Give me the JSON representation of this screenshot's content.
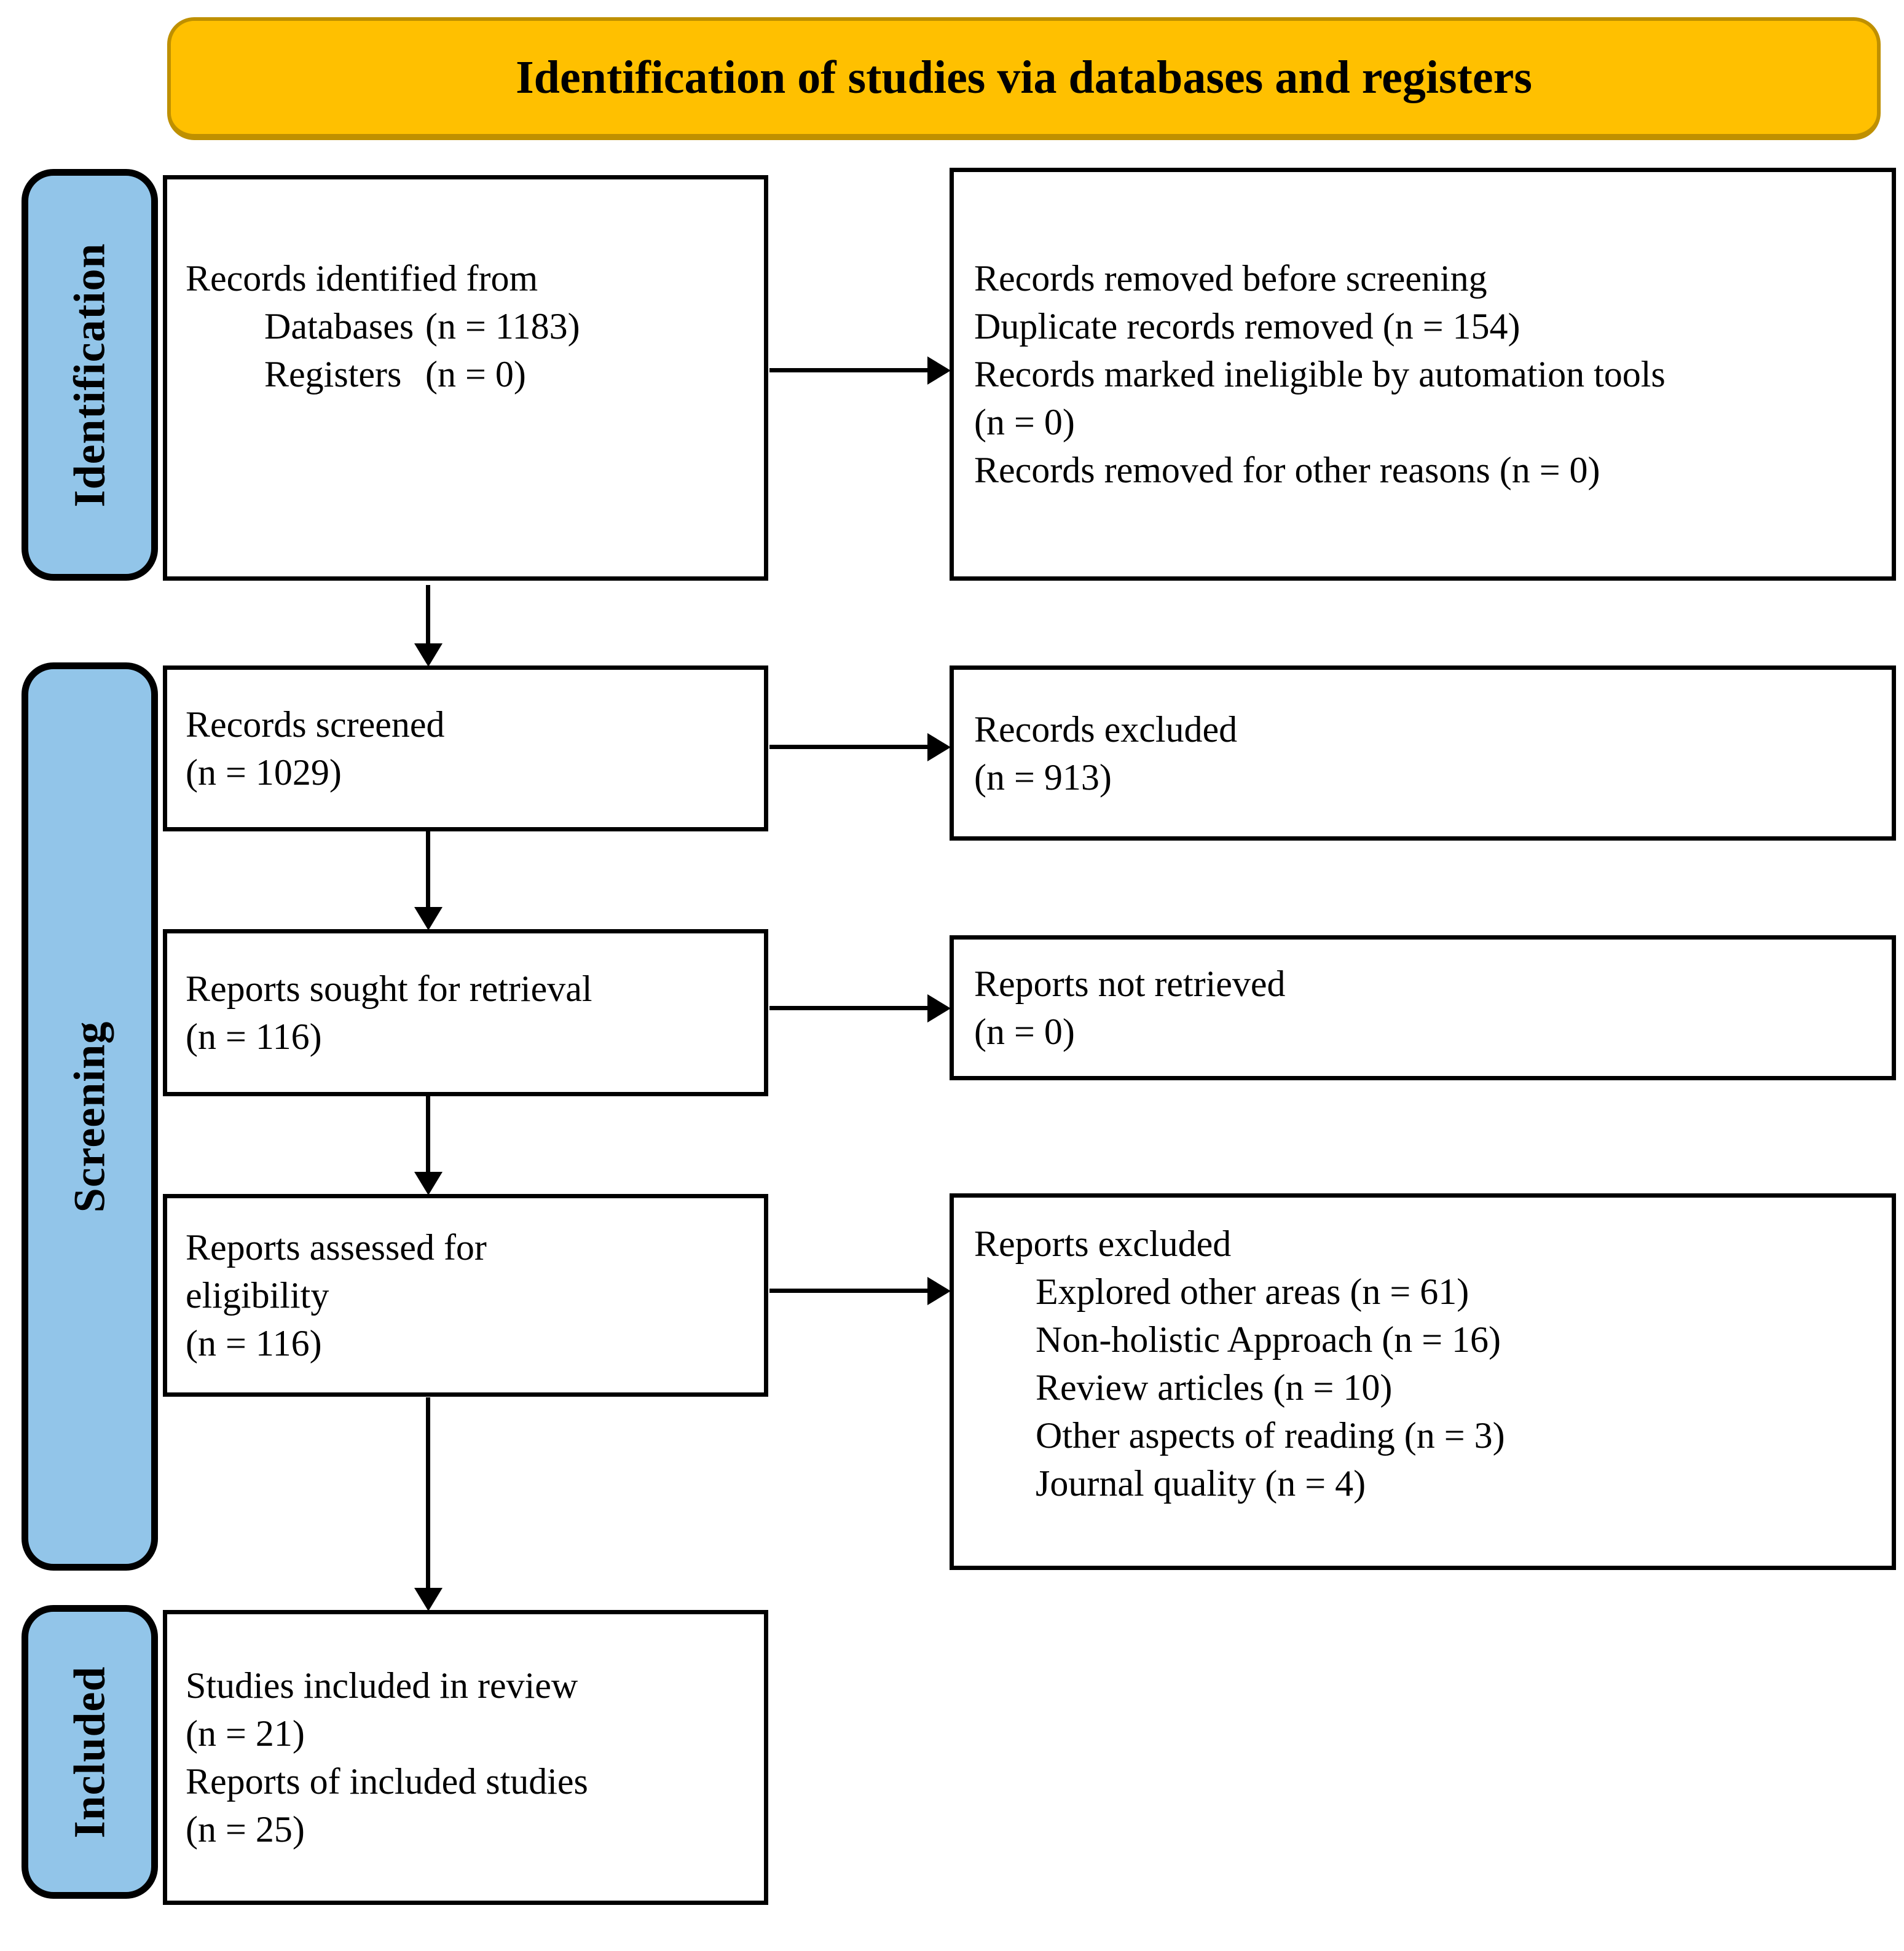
{
  "title": "Identification of studies via databases and registers",
  "colors": {
    "banner_bg": "#FFC000",
    "banner_border": "#BF9000",
    "stage_bg": "#92C5E9",
    "box_border": "#000000"
  },
  "stages": [
    {
      "label": "Identification"
    },
    {
      "label": "Screening"
    },
    {
      "label": "Included"
    }
  ],
  "boxes": {
    "records_identified": {
      "title": "Records identified from",
      "items": [
        {
          "label": "Databases",
          "n": "(n = 1183)"
        },
        {
          "label": "Registers",
          "n": "(n = 0)"
        }
      ]
    },
    "records_removed": {
      "lines": [
        "Records removed before screening",
        "Duplicate records removed (n = 154)",
        "Records marked ineligible by automation tools",
        "(n = 0)",
        "Records removed for other reasons (n = 0)"
      ]
    },
    "records_screened": {
      "lines": [
        "Records screened",
        "(n = 1029)"
      ]
    },
    "records_excluded": {
      "lines": [
        "Records excluded",
        "(n = 913)"
      ]
    },
    "reports_sought": {
      "lines": [
        "Reports sought for retrieval",
        "(n = 116)"
      ]
    },
    "reports_not_retrieved": {
      "lines": [
        "Reports not retrieved",
        "(n = 0)"
      ]
    },
    "reports_assessed": {
      "lines": [
        "Reports assessed for",
        "eligibility",
        "(n = 116)"
      ]
    },
    "reports_excluded": {
      "title": "Reports excluded",
      "items": [
        "Explored other areas (n = 61)",
        "Non-holistic Approach (n = 16)",
        "Review articles (n = 10)",
        "Other aspects of reading (n = 3)",
        "Journal quality (n = 4)"
      ]
    },
    "studies_included": {
      "lines": [
        "Studies included in review",
        "(n = 21)",
        "Reports of included studies",
        "(n = 25)"
      ]
    }
  }
}
